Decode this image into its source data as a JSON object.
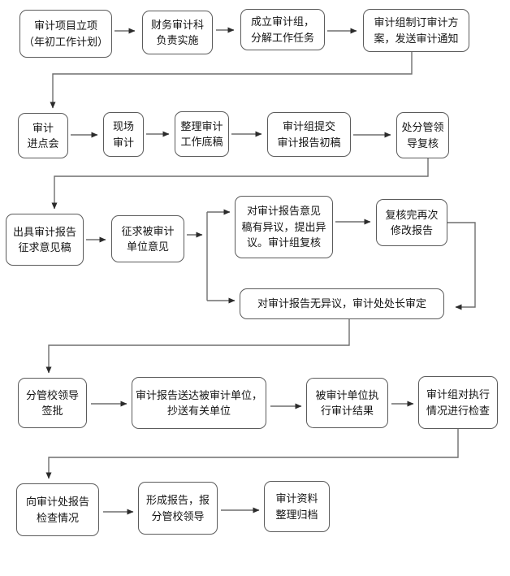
{
  "diagram": {
    "type": "flowchart",
    "background_color": "#ffffff",
    "box_border_color": "#5b5b5b",
    "connector_color": "#6f6f6f",
    "arrowhead_color": "#2b2b2b",
    "text_color": "#141414",
    "nodes": [
      {
        "id": "project-initiation",
        "label": "审计项目立项\n（年初工作计划）"
      },
      {
        "id": "finance-audit-dept",
        "label": "财务审计科\n负责实施"
      },
      {
        "id": "form-audit-team",
        "label": "成立审计组，\n分解工作任务"
      },
      {
        "id": "audit-plan-notice",
        "label": "审计组制订审计方\n案，发送审计通知"
      },
      {
        "id": "entry-meeting",
        "label": "审计\n进点会"
      },
      {
        "id": "field-audit",
        "label": "现场\n审计"
      },
      {
        "id": "working-papers",
        "label": "整理审计\n工作底稿"
      },
      {
        "id": "draft-report",
        "label": "审计组提交\n审计报告初稿"
      },
      {
        "id": "leader-first-review",
        "label": "处分管领\n导复核"
      },
      {
        "id": "exposure-draft",
        "label": "出具审计报告\n征求意见稿"
      },
      {
        "id": "solicit-opinions",
        "label": "征求被审计\n单位意见"
      },
      {
        "id": "objection-review",
        "label": "对审计报告意见\n稿有异议，提出异\n议。审计组复核"
      },
      {
        "id": "revise-report",
        "label": "复核完再次\n修改报告"
      },
      {
        "id": "no-objection-finalize",
        "label": "对审计报告无异议，审计处处长审定"
      },
      {
        "id": "school-leader-approval",
        "label": "分管校领导\n签批"
      },
      {
        "id": "deliver-report",
        "label": "审计报告送达被审计单位，\n抄送有关单位"
      },
      {
        "id": "implement-results",
        "label": "被审计单位执\n行审计结果"
      },
      {
        "id": "implementation-check",
        "label": "审计组对执行\n情况进行检查"
      },
      {
        "id": "report-check-results",
        "label": "向审计处报告\n检查情况"
      },
      {
        "id": "report-to-school-leader",
        "label": "形成报告，报\n分管校领导"
      },
      {
        "id": "archive",
        "label": "审计资料\n整理归档"
      }
    ],
    "edges": [
      {
        "from": "project-initiation",
        "to": "finance-audit-dept"
      },
      {
        "from": "finance-audit-dept",
        "to": "form-audit-team"
      },
      {
        "from": "form-audit-team",
        "to": "audit-plan-notice"
      },
      {
        "from": "audit-plan-notice",
        "to": "entry-meeting"
      },
      {
        "from": "entry-meeting",
        "to": "field-audit"
      },
      {
        "from": "field-audit",
        "to": "working-papers"
      },
      {
        "from": "working-papers",
        "to": "draft-report"
      },
      {
        "from": "draft-report",
        "to": "leader-first-review"
      },
      {
        "from": "leader-first-review",
        "to": "exposure-draft"
      },
      {
        "from": "exposure-draft",
        "to": "solicit-opinions"
      },
      {
        "from": "solicit-opinions",
        "to": "objection-review"
      },
      {
        "from": "solicit-opinions",
        "to": "no-objection-finalize"
      },
      {
        "from": "objection-review",
        "to": "revise-report"
      },
      {
        "from": "revise-report",
        "to": "no-objection-finalize"
      },
      {
        "from": "no-objection-finalize",
        "to": "school-leader-approval"
      },
      {
        "from": "school-leader-approval",
        "to": "deliver-report"
      },
      {
        "from": "deliver-report",
        "to": "implement-results"
      },
      {
        "from": "implement-results",
        "to": "implementation-check"
      },
      {
        "from": "implementation-check",
        "to": "report-check-results"
      },
      {
        "from": "report-check-results",
        "to": "report-to-school-leader"
      },
      {
        "from": "report-to-school-leader",
        "to": "archive"
      }
    ]
  }
}
